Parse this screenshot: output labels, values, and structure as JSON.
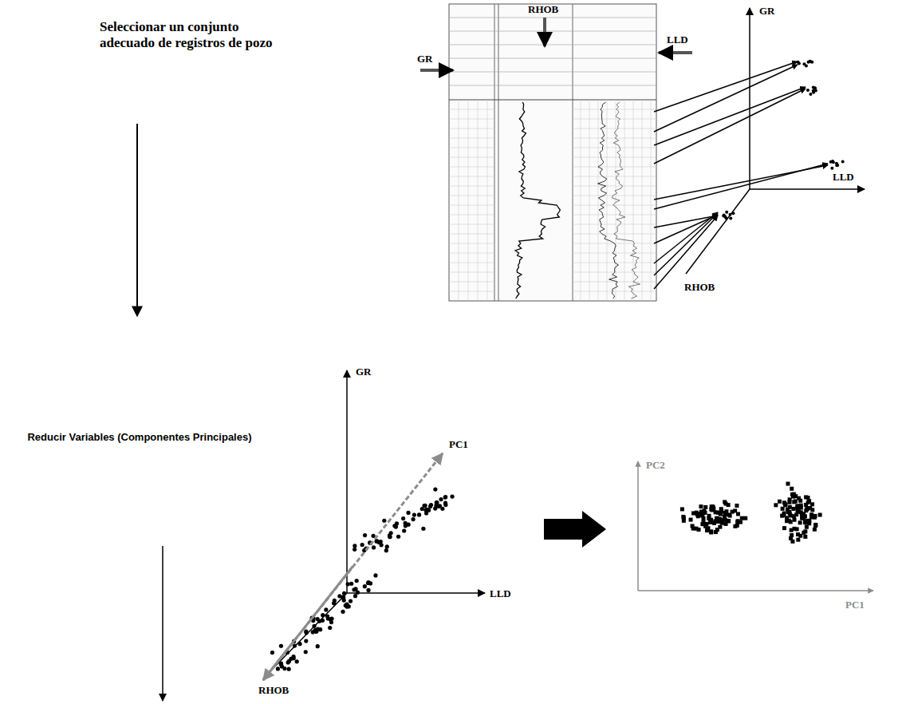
{
  "diagram": {
    "labels": [
      "Seleccionar un conjunto adecuado de registros de pozo",
      "RHOB",
      "GR",
      "LLD",
      "GR",
      "LLD",
      "RHOB",
      "Reducir Variables (Componentes Principales)",
      "GR",
      "PC1",
      "LLD",
      "RHOB",
      "PC2",
      "PC1"
    ]
  }
}
